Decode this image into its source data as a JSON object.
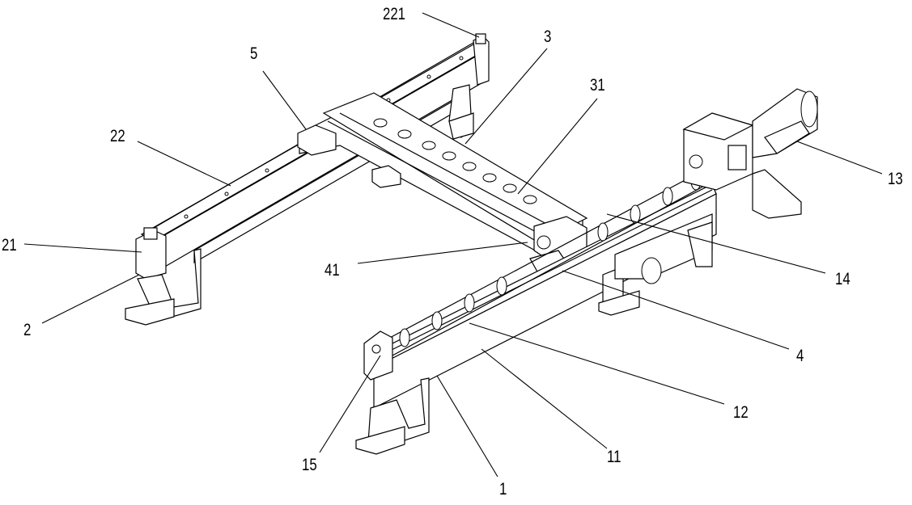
{
  "figure": {
    "labels": {
      "l221": "221",
      "l3": "3",
      "l5": "5",
      "l31": "31",
      "l22": "22",
      "l13": "13",
      "l21": "21",
      "l41": "41",
      "l14": "14",
      "l2": "2",
      "l4": "4",
      "l12": "12",
      "l15": "15",
      "l11": "11",
      "l1": "1"
    }
  }
}
